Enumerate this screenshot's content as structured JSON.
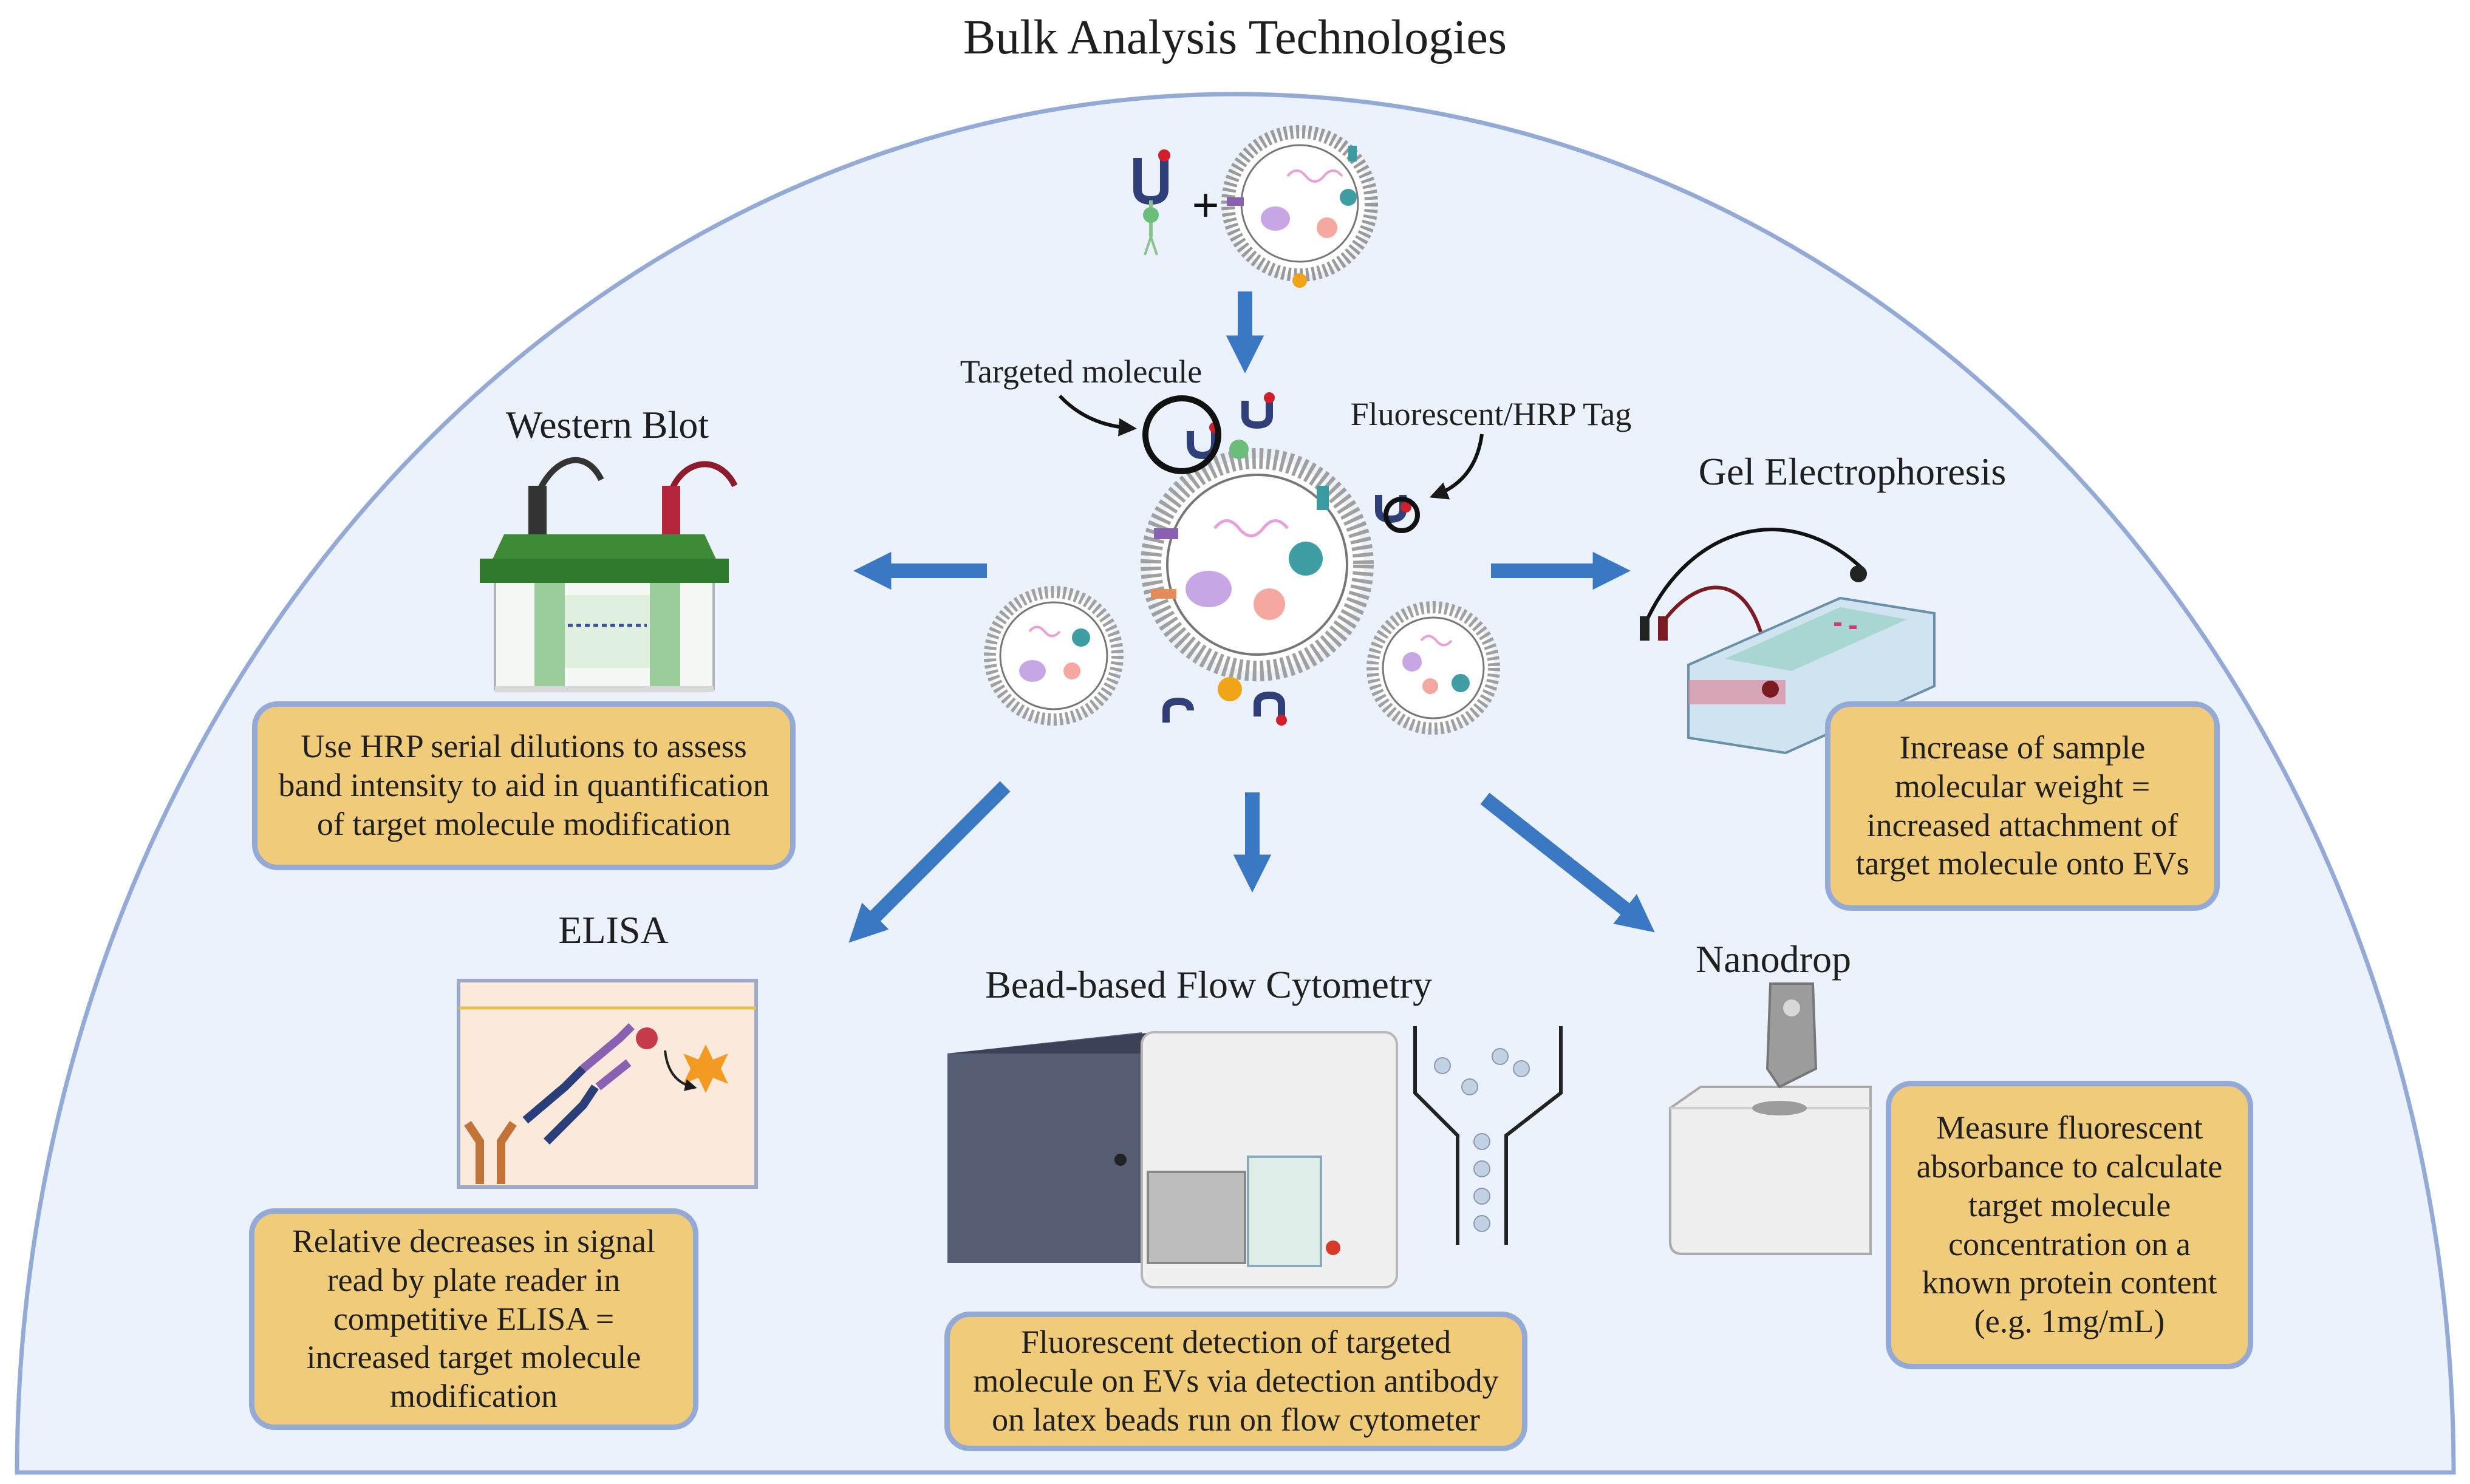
{
  "title": "Bulk Analysis Technologies",
  "labels": {
    "targeted_molecule": "Targeted molecule",
    "tag": "Fluorescent/HRP Tag",
    "plus": "+"
  },
  "methods": {
    "western_blot": {
      "name": "Western Blot",
      "description": "Use HRP serial dilutions to assess band intensity to aid in quantification of target molecule  modification"
    },
    "gel": {
      "name": "Gel Electrophoresis",
      "description": "Increase of sample molecular weight = increased attachment of target molecule onto EVs"
    },
    "elisa": {
      "name": "ELISA",
      "description": "Relative decreases in signal read by plate reader in competitive ELISA = increased target molecule modification"
    },
    "flow": {
      "name": "Bead-based Flow Cytometry",
      "description": "Fluorescent detection of targeted molecule on EVs via detection antibody on latex beads run on flow cytometer"
    },
    "nanodrop": {
      "name": "Nanodrop",
      "description": "Measure fluorescent absorbance to calculate target molecule concentration on a known protein content (e.g. 1mg/mL)"
    }
  },
  "colors": {
    "dome_fill": "#ebf2fc",
    "dome_stroke": "#93a9d6",
    "box_fill": "#f0cc7a",
    "arrow": "#3a78c3"
  }
}
